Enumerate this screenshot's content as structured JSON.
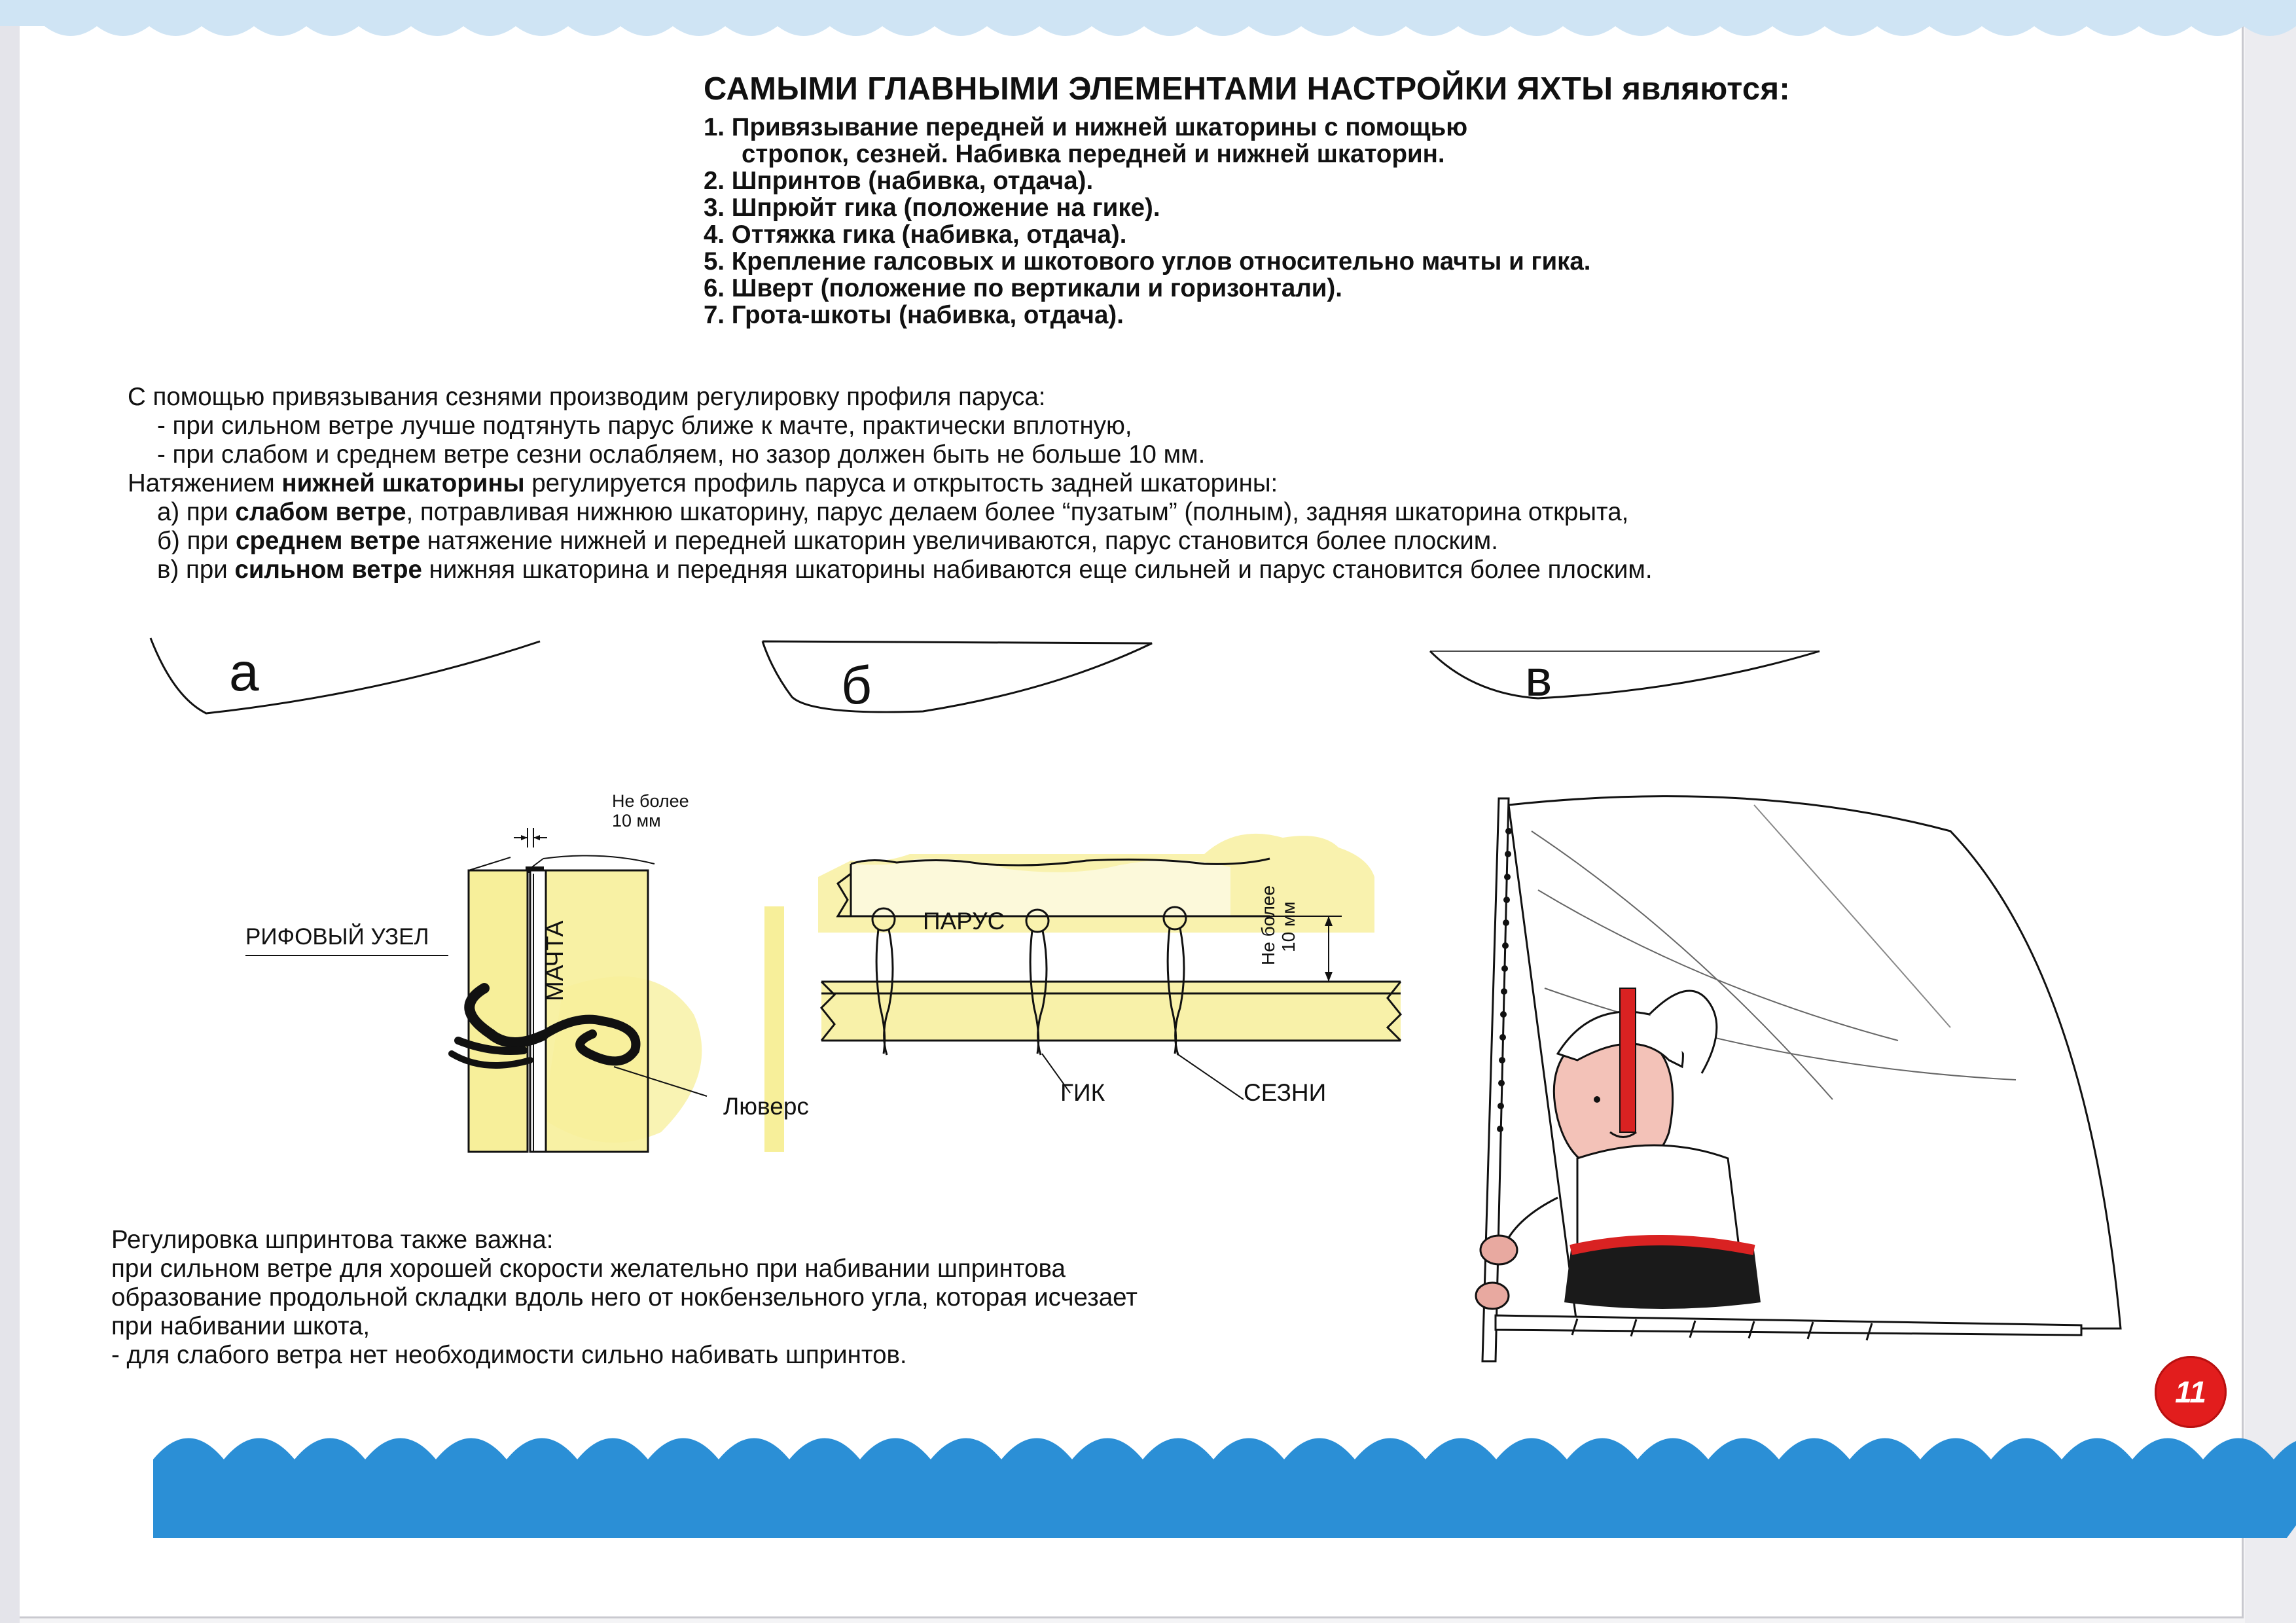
{
  "title": {
    "main": "САМЫМИ ГЛАВНЫМИ ЭЛЕМЕНТАМИ НАСТРОЙКИ ЯХТЫ",
    "end": "являются:"
  },
  "items": [
    {
      "text": "1. Привязывание передней и нижней шкаторины с помощью",
      "cont": "стропок, сезней. Набивка передней и нижней шкаторин."
    },
    {
      "text": "2. Шпринтов (набивка, отдача)."
    },
    {
      "text": "3. Шпрюйт гика (положение на гике)."
    },
    {
      "text": "4. Оттяжка гика (набивка, отдача)."
    },
    {
      "text": "5. Крепление галсовых и шкотового углов относительно мачты и гика."
    },
    {
      "text": "6. Шверт (положение по вертикали и горизонтали)."
    },
    {
      "text": "7. Грота-шкоты (набивка, отдача)."
    }
  ],
  "body": {
    "p1": "С помощью привязывания сезнями производим регулировку профиля паруса:",
    "p2": "- при сильном ветре лучше подтянуть парус ближе к мачте, практически вплотную,",
    "p3": "- при слабом и среднем ветре сезни ослабляем, но зазор должен быть не больше 10 мм.",
    "p4a": "Натяжением ",
    "p4b": "нижней шкаторины",
    "p4c": " регулируется профиль паруса и открытость задней шкаторины:",
    "p5a": "а) при ",
    "p5b": "слабом ветре",
    "p5c": ", потравливая нижнюю шкаторину, парус делаем более “пузатым” (полным), задняя шкаторина открыта,",
    "p6a": "б) при ",
    "p6b": "среднем ветре",
    "p6c": " натяжение нижней и передней шкаторин увеличиваются, парус становится более плоским.",
    "p7a": "в) при ",
    "p7b": "сильном ветре",
    "p7c": " нижняя шкаторина и передняя шкаторины набиваются еще сильней и парус становится более плоским."
  },
  "profiles": {
    "a": "а",
    "b": "б",
    "v": "в"
  },
  "mast_diagram": {
    "gap_line1": "Не более",
    "gap_line2": "10 мм",
    "knot": "РИФОВЫЙ УЗЕЛ",
    "mast": "МАЧТА",
    "grommet": "Люверс"
  },
  "boom_diagram": {
    "sail": "ПАРУС",
    "boom": "ГИК",
    "lashings": "СЕЗНИ",
    "gap_line1": "Не более",
    "gap_line2": "10 мм"
  },
  "bottom": {
    "l1": "Регулировка шпринтова также важна:",
    "l2": "при сильном ветре для хорошей скорости желательно при набивании шпринтова",
    "l3": "образование продольной складки вдоль него от нокбензельного угла, которая исчезает",
    "l4": "при набивании шкота,",
    "l5": "- для слабого ветра нет необходимости сильно набивать шпринтов."
  },
  "page_number": "11",
  "colors": {
    "wave": "#2b8fd6",
    "highlight": "#f7ef9a",
    "badge": "#e21d1d"
  }
}
